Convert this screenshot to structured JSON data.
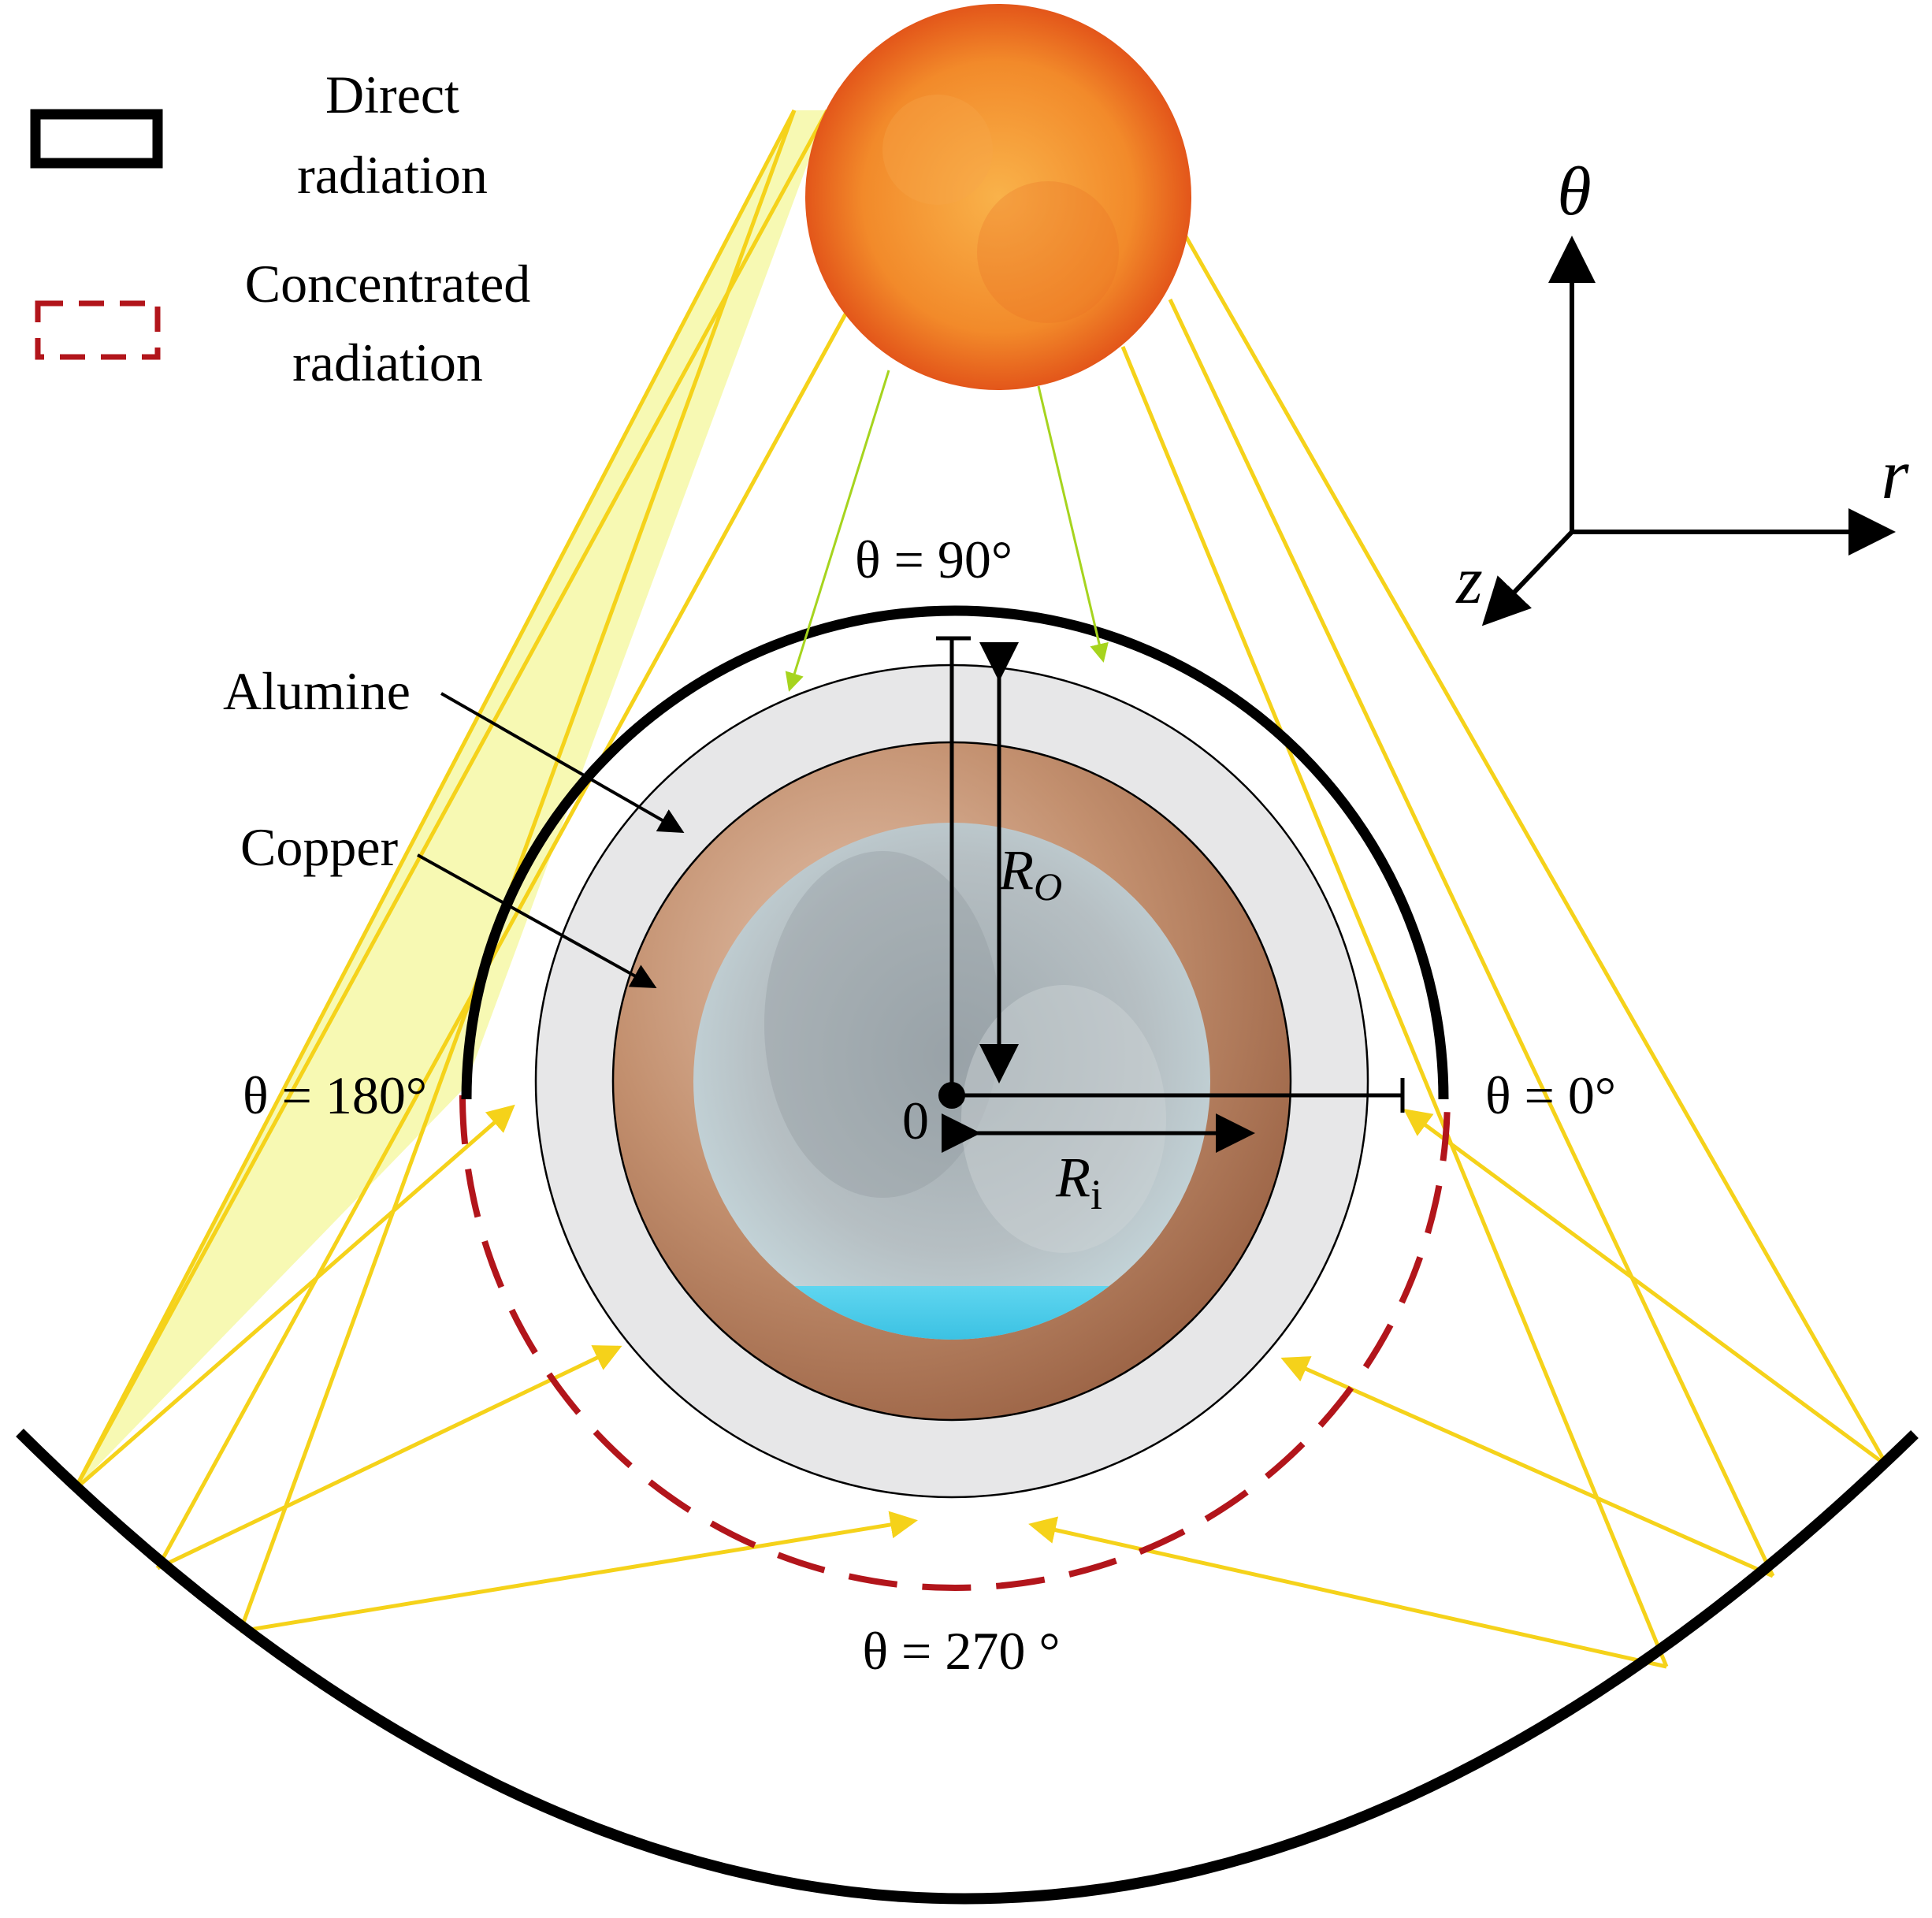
{
  "legend": {
    "direct_line1": "Direct",
    "direct_line2": "radiation",
    "concentrated_line1": "Concentrated",
    "concentrated_line2": "radiation"
  },
  "axes": {
    "theta": "θ",
    "r": "r",
    "z": "z"
  },
  "labels": {
    "alumine": "Alumine",
    "copper": "Copper",
    "origin": "0",
    "theta_90": "θ = 90°",
    "theta_180": "θ = 180°",
    "theta_0": "θ = 0°",
    "theta_270": "θ = 270 °",
    "r_outer_main": "R",
    "r_outer_sub": "O",
    "r_inner_main": "R",
    "r_inner_sub": "i"
  },
  "colors": {
    "sun_center": "#f7a23a",
    "sun_edge": "#ea5a10",
    "ray": "#f5d21a",
    "ray_fill": "#f6f7a0",
    "alumina": "#e7e7e8",
    "copper": "#c08a68",
    "fluid_gray": "#a7b0b4",
    "water": "#33c4e6",
    "direct_arc": "#000000",
    "concentrated_arc": "#b2151b",
    "inner_arrow": "#a6d41e"
  },
  "icons": [
    "sun-icon",
    "legend-solid-box-icon",
    "legend-dashed-box-icon"
  ]
}
